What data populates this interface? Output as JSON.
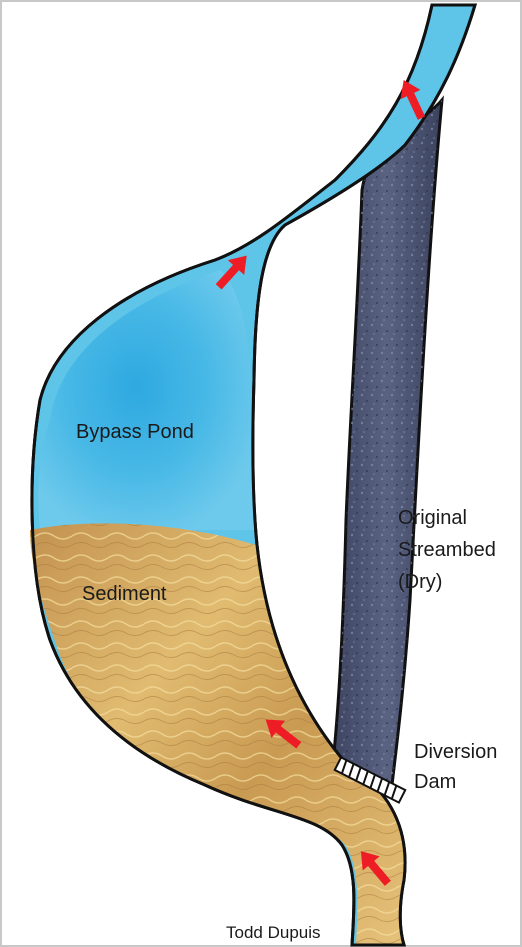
{
  "labels": {
    "pond": "Bypass Pond",
    "sediment": "Sediment",
    "streambed": [
      "Original",
      "Streambed",
      "(Dry)"
    ],
    "dam": [
      "Diversion",
      "Dam"
    ],
    "credit": "Todd Dupuis"
  },
  "colors": {
    "water": "#5ec4e8",
    "water_deep": "#29a6e0",
    "sediment": "#cfa45a",
    "streambed": "#4a5371",
    "outline": "#111111",
    "arrow": "#ee1c25",
    "frame": "#c8c8c8"
  }
}
